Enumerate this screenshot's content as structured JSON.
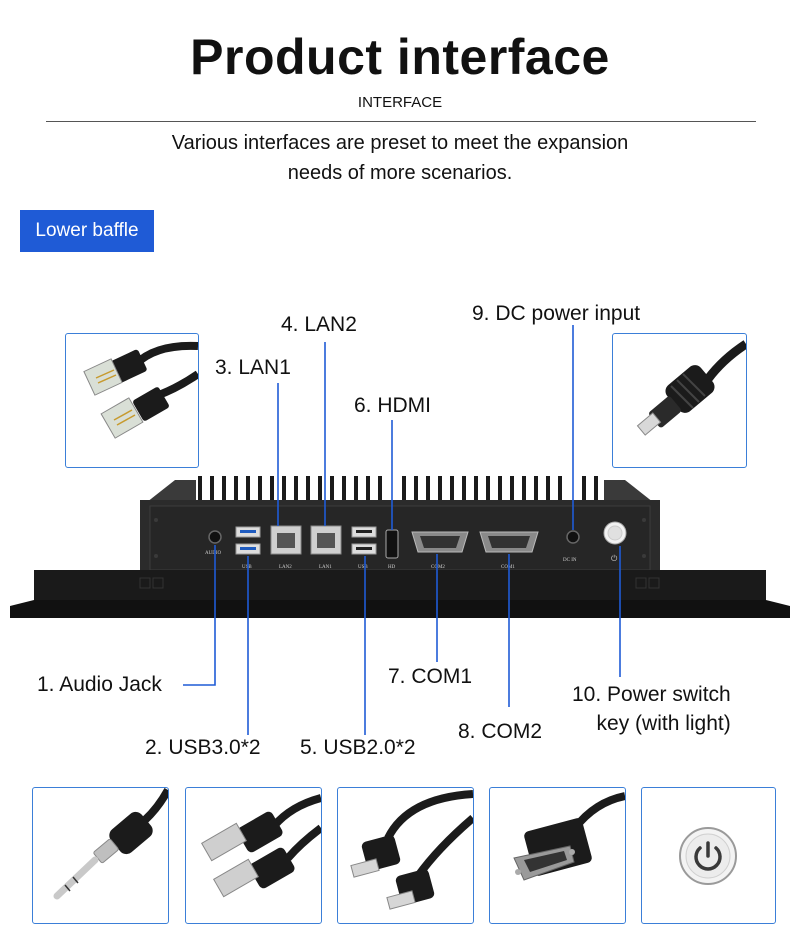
{
  "header": {
    "title": "Product interface",
    "subtitle": "INTERFACE",
    "description_line1": "Various interfaces are preset to meet the expansion",
    "description_line2": "needs of more scenarios."
  },
  "badge": {
    "label": "Lower baffle"
  },
  "device": {
    "port_marks": {
      "audio": "AUDIO",
      "usb": "USB",
      "lan2": "LAN2",
      "lan1": "LAN1",
      "hd": "HD",
      "com2": "COM2",
      "com1": "COM1",
      "dc": "DC IN"
    }
  },
  "callouts": {
    "lan1": "3. LAN1",
    "lan2": "4. LAN2",
    "hdmi": "6. HDMI",
    "dc": "9. DC power input",
    "audio": "1. Audio Jack",
    "usb30": "2. USB3.0*2",
    "usb20": "5. USB2.0*2",
    "com1": "7. COM1",
    "com2": "8. COM2",
    "power_line1": "10. Power switch",
    "power_line2": "key (with light)"
  },
  "colors": {
    "accent": "#1f5bd6",
    "frame": "#3b7fd8",
    "device": "#2b2b2b"
  },
  "icons": [
    "ethernet-cable-icon",
    "dc-plug-icon",
    "audio-jack-icon",
    "usb-cable-icon",
    "hdmi-cable-icon",
    "db9-serial-icon",
    "power-button-icon"
  ]
}
